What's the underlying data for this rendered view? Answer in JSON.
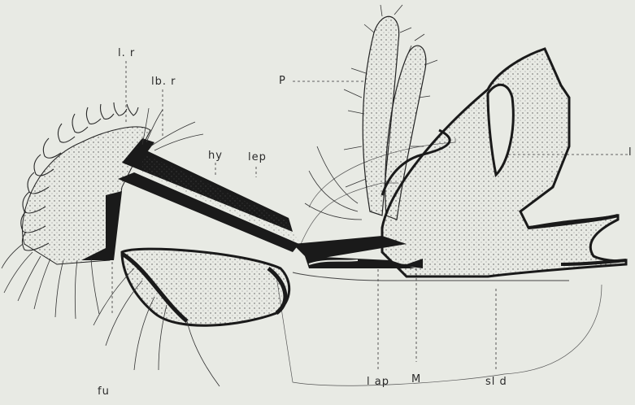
{
  "figure": {
    "labels": {
      "lr": "l. r",
      "lbr": "lb. r",
      "hy": "hy",
      "lep": "lep",
      "p": "P",
      "l": "l",
      "fu": "fu",
      "lap": "l ap",
      "m": "M",
      "sld": "sl d"
    },
    "ink_color": "#1a1a1a",
    "paper_color": "#e8eae4"
  }
}
